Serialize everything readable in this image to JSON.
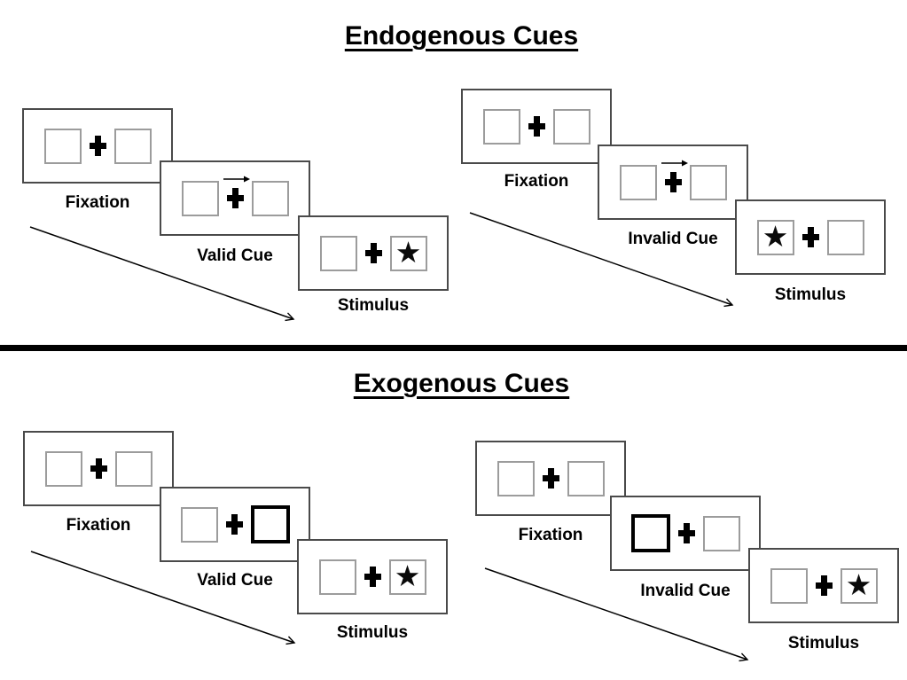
{
  "glyphs": {
    "star": "★"
  },
  "sections": [
    {
      "title": "Endogenous Cues",
      "sequences": [
        {
          "type": "valid",
          "fixation_label": "Fixation",
          "cue_label": "Valid Cue",
          "stimulus_label": "Stimulus",
          "cue_kind": "central-arrow-right",
          "stimulus_side": "right"
        },
        {
          "type": "invalid",
          "fixation_label": "Fixation",
          "cue_label": "Invalid Cue",
          "stimulus_label": "Stimulus",
          "cue_kind": "central-arrow-right",
          "stimulus_side": "left"
        }
      ]
    },
    {
      "title": "Exogenous Cues",
      "sequences": [
        {
          "type": "valid",
          "fixation_label": "Fixation",
          "cue_label": "Valid Cue",
          "stimulus_label": "Stimulus",
          "cue_kind": "highlighted-box-right",
          "stimulus_side": "right"
        },
        {
          "type": "invalid",
          "fixation_label": "Fixation",
          "cue_label": "Invalid Cue",
          "stimulus_label": "Stimulus",
          "cue_kind": "highlighted-box-left",
          "stimulus_side": "right"
        }
      ]
    }
  ]
}
